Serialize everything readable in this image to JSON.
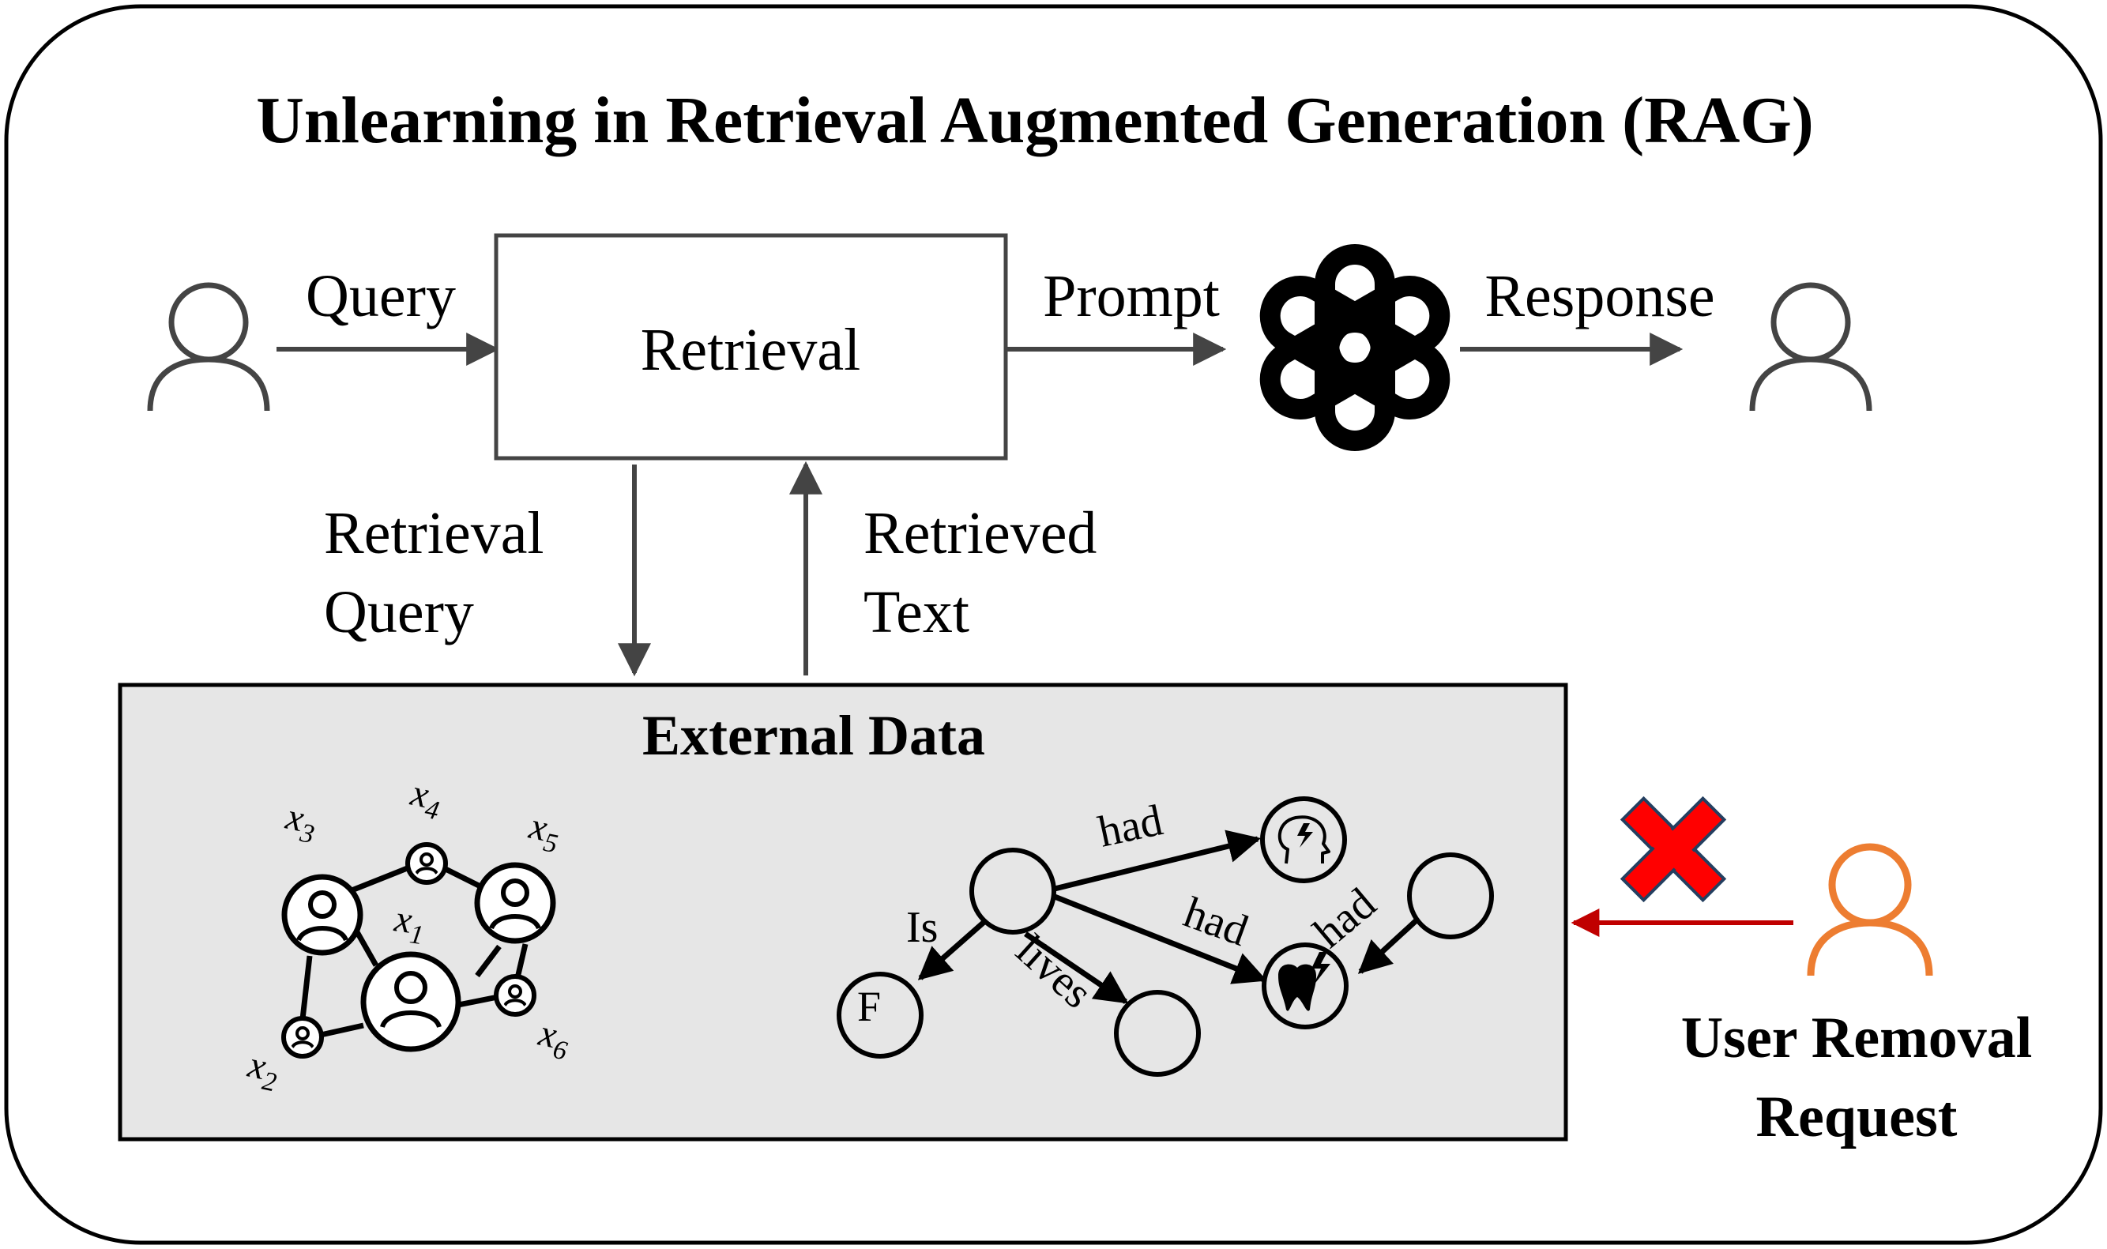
{
  "title": "Unlearning in Retrieval Augmented Generation (RAG)",
  "flow": {
    "query_label": "Query",
    "retrieval_box_label": "Retrieval",
    "prompt_label": "Prompt",
    "response_label": "Response",
    "retrieval_query_line1": "Retrieval",
    "retrieval_query_line2": "Query",
    "retrieved_text_line1": "Retrieved",
    "retrieved_text_line2": "Text"
  },
  "external_data": {
    "title": "External Data",
    "graph_nodes": [
      {
        "base": "x",
        "sub": "1"
      },
      {
        "base": "x",
        "sub": "2"
      },
      {
        "base": "x",
        "sub": "3"
      },
      {
        "base": "x",
        "sub": "4"
      },
      {
        "base": "x",
        "sub": "5"
      },
      {
        "base": "x",
        "sub": "6"
      }
    ],
    "knowledge_graph": {
      "edges": [
        {
          "label": "had"
        },
        {
          "label": "had"
        },
        {
          "label": "had"
        },
        {
          "label": "Is"
        },
        {
          "label": "lives"
        }
      ],
      "node_f_label": "F"
    }
  },
  "removal": {
    "line1": "User Removal",
    "line2": "Request"
  },
  "icons": {
    "user_left": "user-icon",
    "user_right": "user-icon",
    "llm": "openai-logo",
    "removal_user": "user-icon",
    "reject": "red-x-icon"
  },
  "colors": {
    "arrow": "#444444",
    "external_fill": "#e6e6e6",
    "removal_user": "#ed7d31",
    "removal_arrow": "#c00000",
    "reject_x": "#ff0000"
  }
}
